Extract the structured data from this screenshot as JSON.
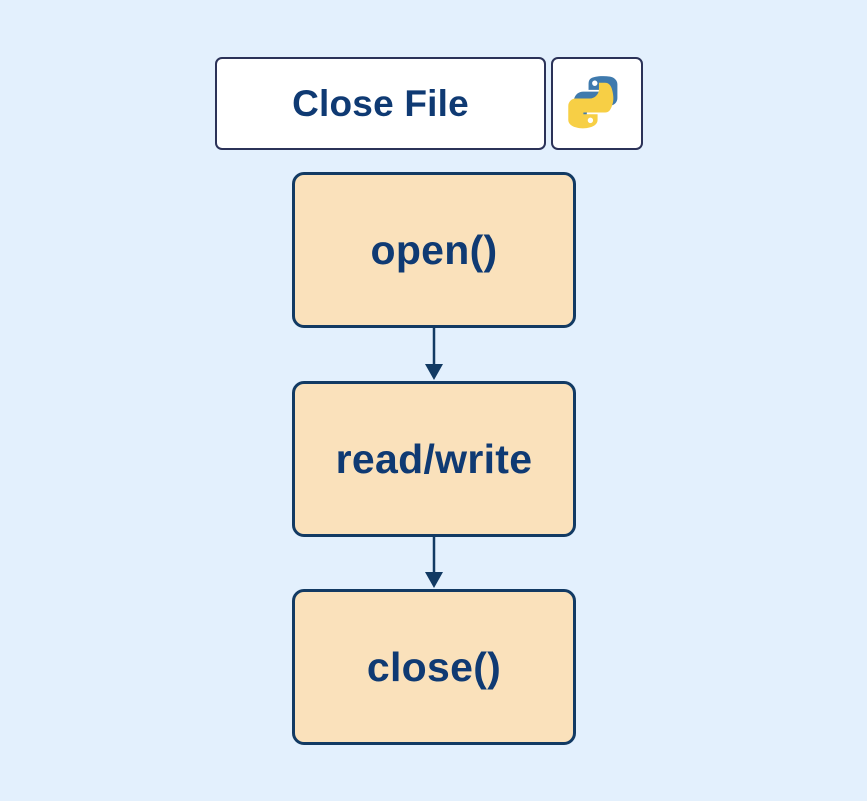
{
  "diagram": {
    "title": "Close File",
    "background_color": "#e3f0fd",
    "logo": {
      "name": "python-logo",
      "blue": "#3f7aad",
      "yellow": "#f7cf45"
    },
    "box_fill": "#fae1bb",
    "box_border": "#123a63",
    "text_color": "#0f3a73",
    "steps": [
      {
        "label": "open()"
      },
      {
        "label": "read/write"
      },
      {
        "label": "close()"
      }
    ],
    "connectors": [
      {
        "from": "open()",
        "to": "read/write"
      },
      {
        "from": "read/write",
        "to": "close()"
      }
    ]
  }
}
